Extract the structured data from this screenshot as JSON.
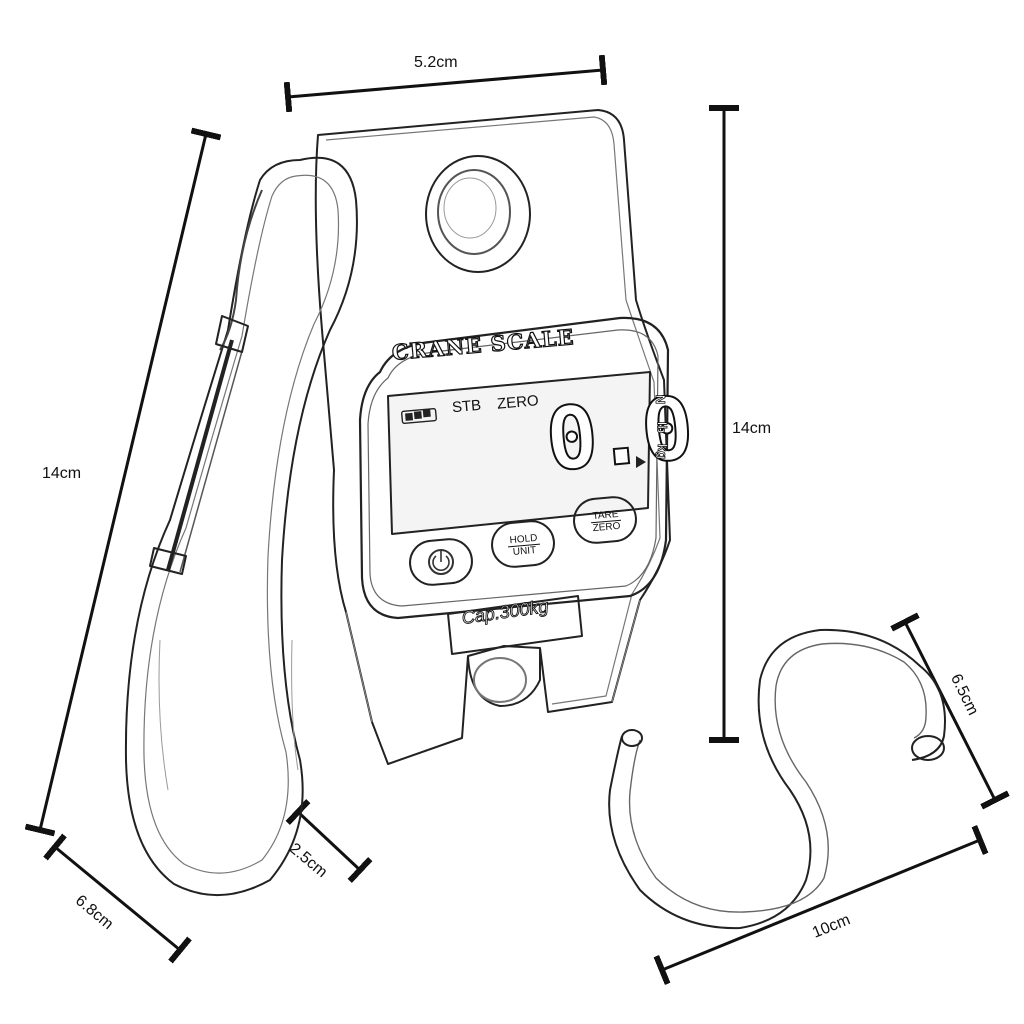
{
  "dimensions": {
    "top_width": "5.2cm",
    "right_height": "14cm",
    "left_height": "14cm",
    "hook_depth": "6.8cm",
    "body_depth": "2.5cm",
    "s_hook_width": "10cm",
    "s_hook_height": "6.5cm"
  },
  "scale": {
    "brand_label": "CRANE SCALE",
    "status_stb": "STB",
    "status_zero": "ZERO",
    "reading": "0.0",
    "units": [
      "N",
      "lb",
      "kg"
    ],
    "button_hold_top": "HOLD",
    "button_hold_bottom": "UNIT",
    "button_tare_top": "TARE",
    "button_tare_bottom": "ZERO",
    "capacity": "Cap.300kg"
  },
  "colors": {
    "line": "#111111",
    "background": "#ffffff",
    "lcd": "#f4f4f4"
  },
  "icons": {
    "power": "power-icon",
    "battery": "battery-icon"
  }
}
